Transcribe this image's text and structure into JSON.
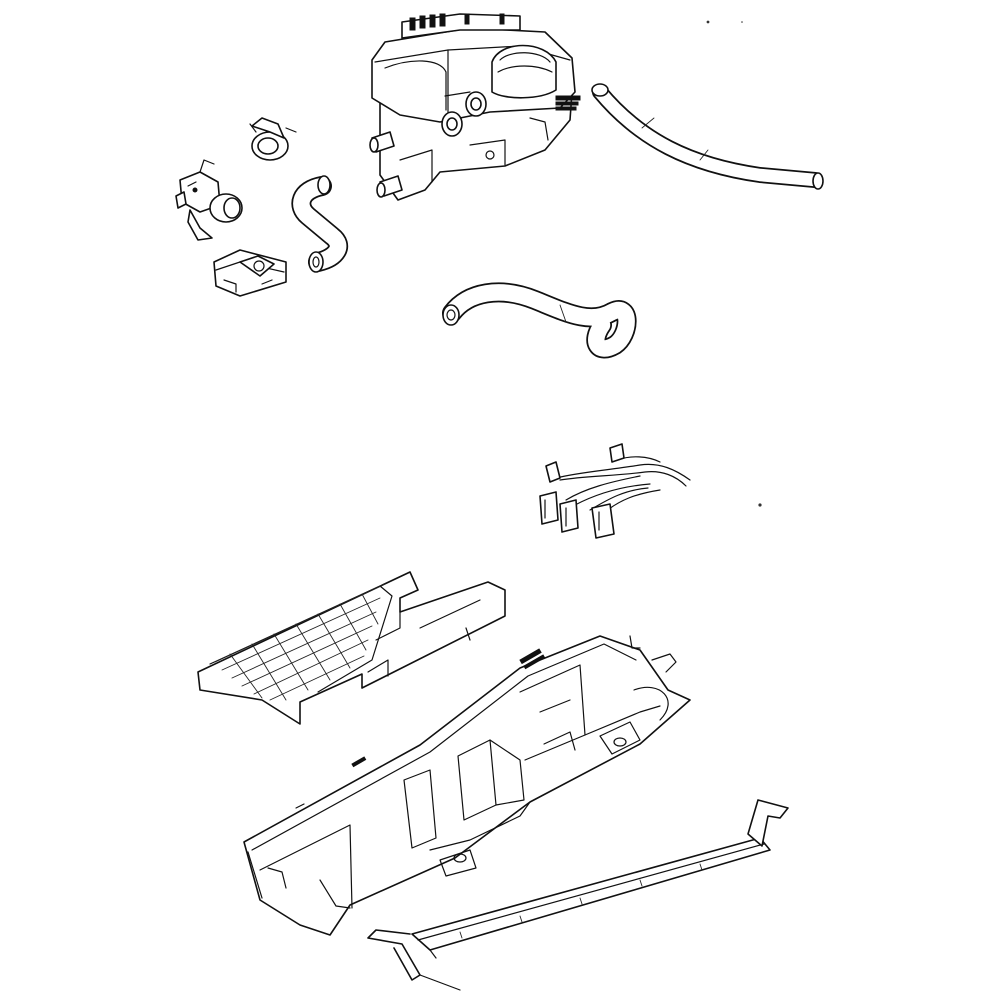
{
  "diagram": {
    "background": "#ffffff",
    "line_color": "#111111",
    "parts": [
      {
        "name": "steam-generator-tank"
      },
      {
        "name": "hose-clamp"
      },
      {
        "name": "water-inlet-valve"
      },
      {
        "name": "elbow-hose-small"
      },
      {
        "name": "valve-bracket-clip"
      },
      {
        "name": "long-tube-hose"
      },
      {
        "name": "s-curve-drain-hose"
      },
      {
        "name": "wire-harness"
      },
      {
        "name": "filter-grille-tray"
      },
      {
        "name": "base-housing-tray"
      },
      {
        "name": "metal-support-rail"
      }
    ]
  }
}
